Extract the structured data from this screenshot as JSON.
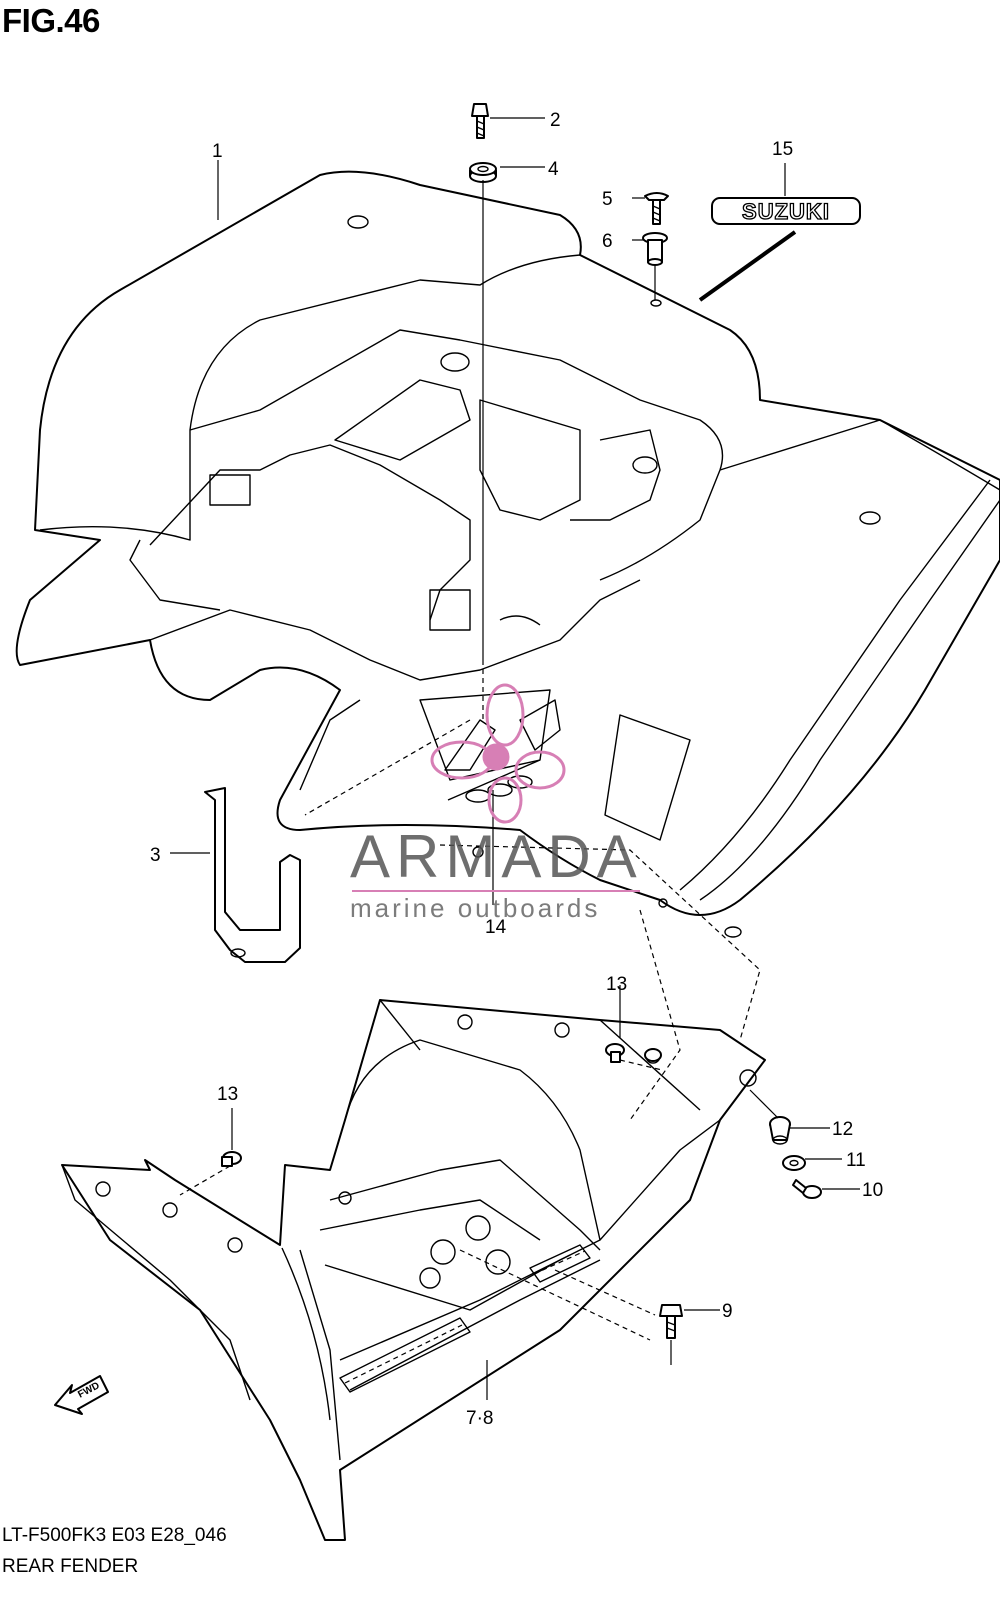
{
  "figure": {
    "title": "FIG.46",
    "code": "LT-F500FK3 E03 E28_046",
    "name": "REAR FENDER"
  },
  "watermark": {
    "main": "ARMADA",
    "sub": "marine outboards",
    "accent_color": "#d77fb5"
  },
  "badges": {
    "emblem_text": "SUZUKI",
    "fwd_text": "FWD"
  },
  "callouts": {
    "c1": "1",
    "c2": "2",
    "c3": "3",
    "c4": "4",
    "c5": "5",
    "c6": "6",
    "c78": "7·8",
    "c9": "9",
    "c10": "10",
    "c11": "11",
    "c12": "12",
    "c13a": "13",
    "c13b": "13",
    "c14": "14",
    "c15": "15"
  }
}
